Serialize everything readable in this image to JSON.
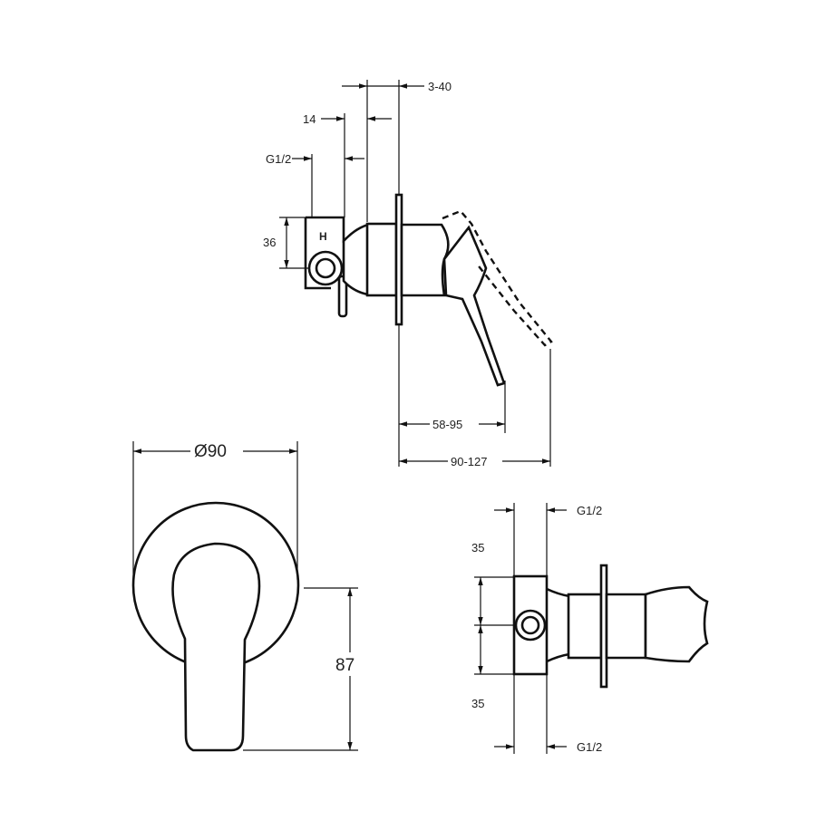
{
  "drawing": {
    "side_view": {
      "dim_depth": "3-40",
      "dim_body": "14",
      "dim_inlet": "G1/2",
      "dim_inlet_height": "36",
      "inlet_marker": "H",
      "dim_lever_min": "58-95",
      "dim_lever_max": "90-127"
    },
    "front_view": {
      "dim_diameter": "Ø90",
      "dim_height": "87"
    },
    "body_view": {
      "dim_inlet_top": "G1/2",
      "dim_offset_top": "35",
      "dim_offset_bottom": "35",
      "dim_inlet_bottom": "G1/2"
    }
  }
}
